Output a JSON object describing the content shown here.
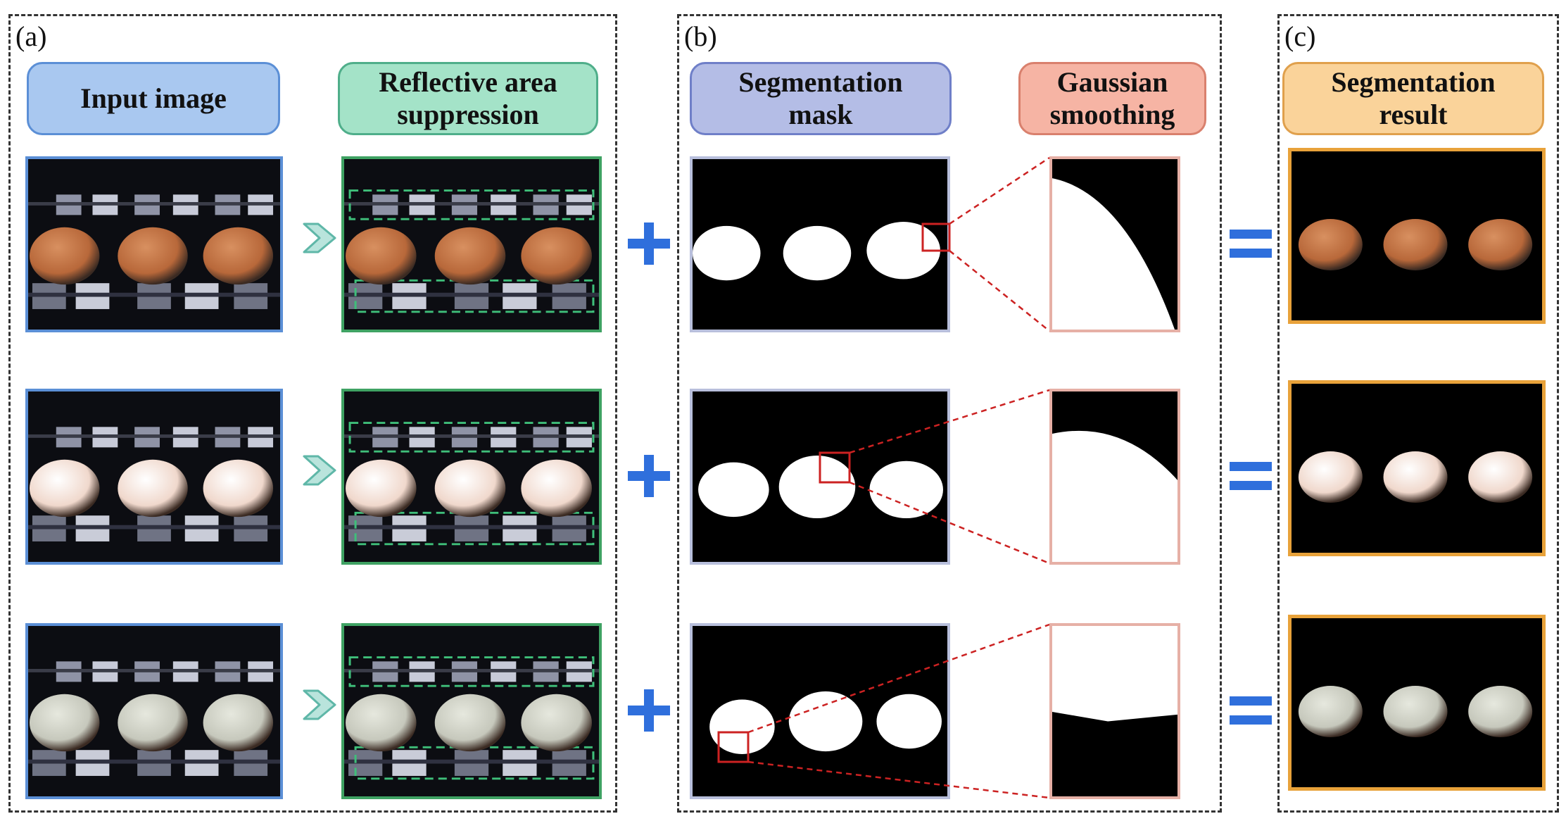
{
  "panels": {
    "a": {
      "tag": "(a)"
    },
    "b": {
      "tag": "(b)"
    },
    "c": {
      "tag": "(c)"
    }
  },
  "headers": {
    "input_image": "Input image",
    "reflective_suppression": "Reflective area\nsuppression",
    "segmentation_mask": "Segmentation\nmask",
    "gaussian_smoothing": "Gaussian\nsmoothing",
    "segmentation_result": "Segmentation\nresult"
  },
  "rows": [
    {
      "egg_color": "#b8683a",
      "egg_highlight": "#d89060"
    },
    {
      "egg_color": "#f0d8cc",
      "egg_highlight": "#ffffff"
    },
    {
      "egg_color": "#c6c8bc",
      "egg_highlight": "#e6e8de"
    }
  ],
  "colors": {
    "operator_blue": "#2f6fdc",
    "arrow_fill": "#b9e4dc",
    "arrow_stroke": "#5fb7a8",
    "dashed_green": "#3fbf7a",
    "zoom_red": "#cc2222"
  },
  "icons": [
    "chevron-arrow-icon",
    "plus-icon",
    "equals-icon"
  ]
}
